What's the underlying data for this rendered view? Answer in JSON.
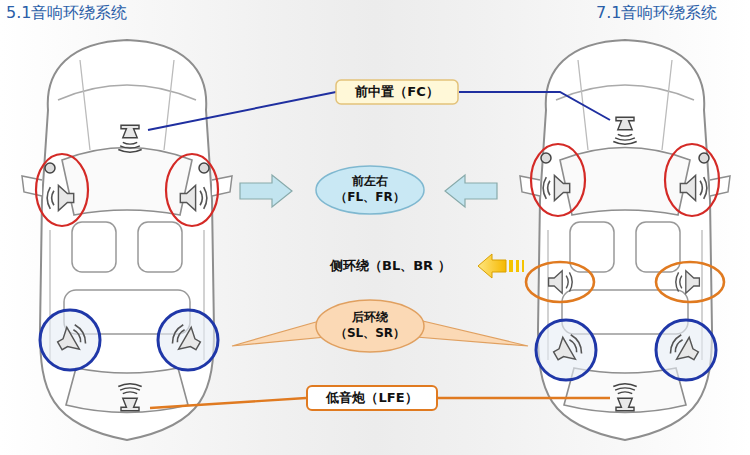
{
  "diagram": {
    "nodes": [
      {
        "text": [
          "前中置（FC）"
        ]
      },
      {
        "text": [
          "前左右 （FL、FR）"
        ]
      },
      {
        "text": [
          "后环绕 （SL、SR）"
        ]
      },
      {
        "text": [
          "低音炮（LFE）"
        ]
      }
    ],
    "labels": [
      "5.1音响环绕系统",
      "7.1音响环绕系统",
      "侧环绕（BL、BR ）"
    ]
  }
}
